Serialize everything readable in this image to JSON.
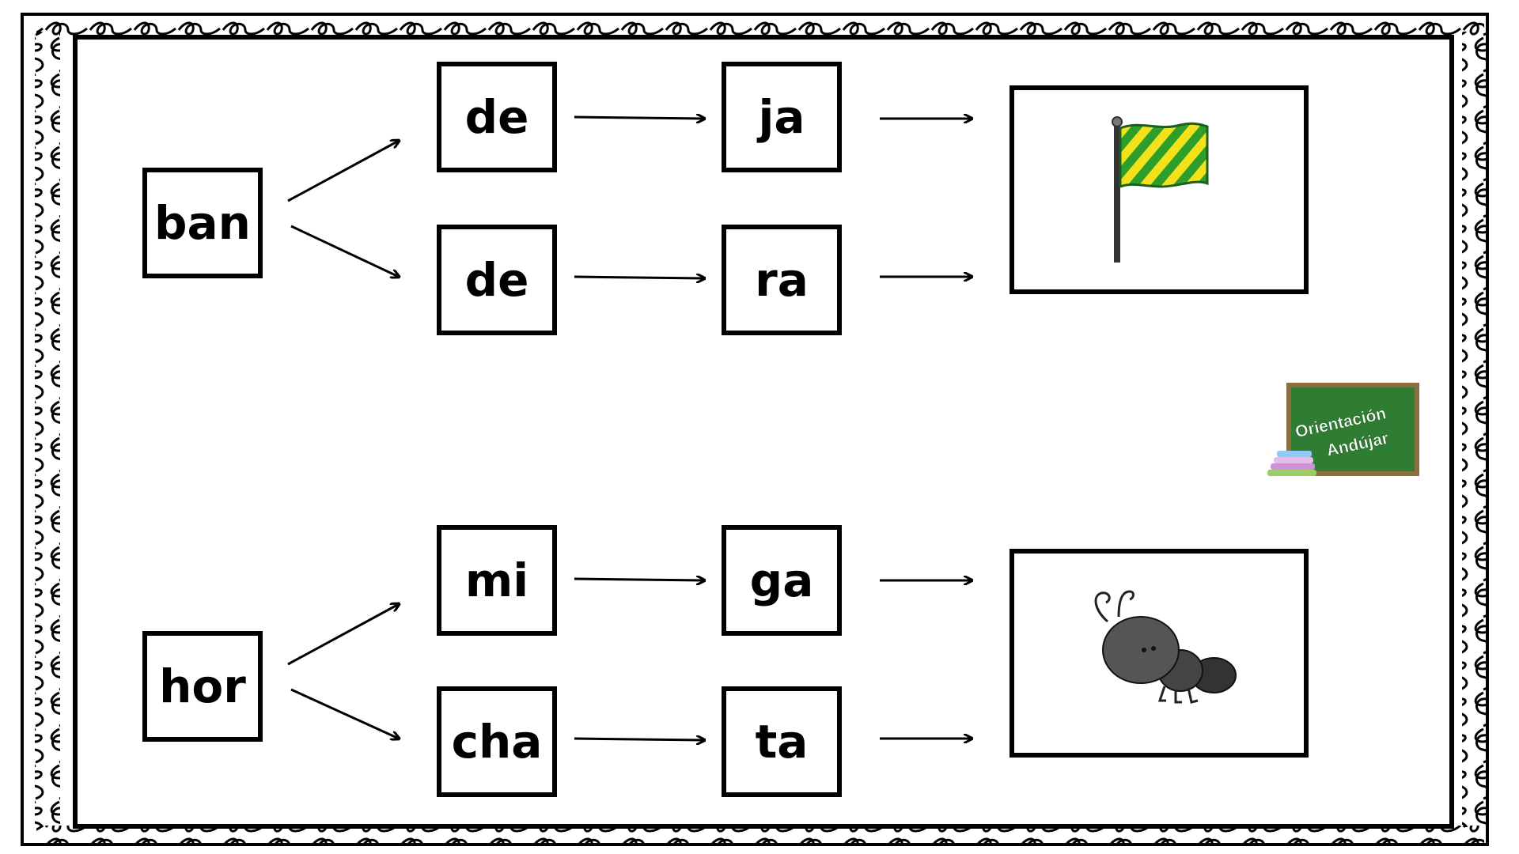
{
  "logo": {
    "line1": "Orientación",
    "line2": "Andújar",
    "board_color": "#2e7d32",
    "frame_color": "#8d6e3f"
  },
  "exercises": [
    {
      "start": "ban",
      "top_row": [
        "de",
        "ja"
      ],
      "bottom_row": [
        "de",
        "ra"
      ],
      "picture_icon": "flag-icon",
      "picture_colors": [
        "#2e9e2a",
        "#f3e21b"
      ]
    },
    {
      "start": "hor",
      "top_row": [
        "mi",
        "ga"
      ],
      "bottom_row": [
        "cha",
        "ta"
      ],
      "picture_icon": "ant-icon",
      "picture_colors": [
        "#444444",
        "#222222"
      ]
    }
  ]
}
